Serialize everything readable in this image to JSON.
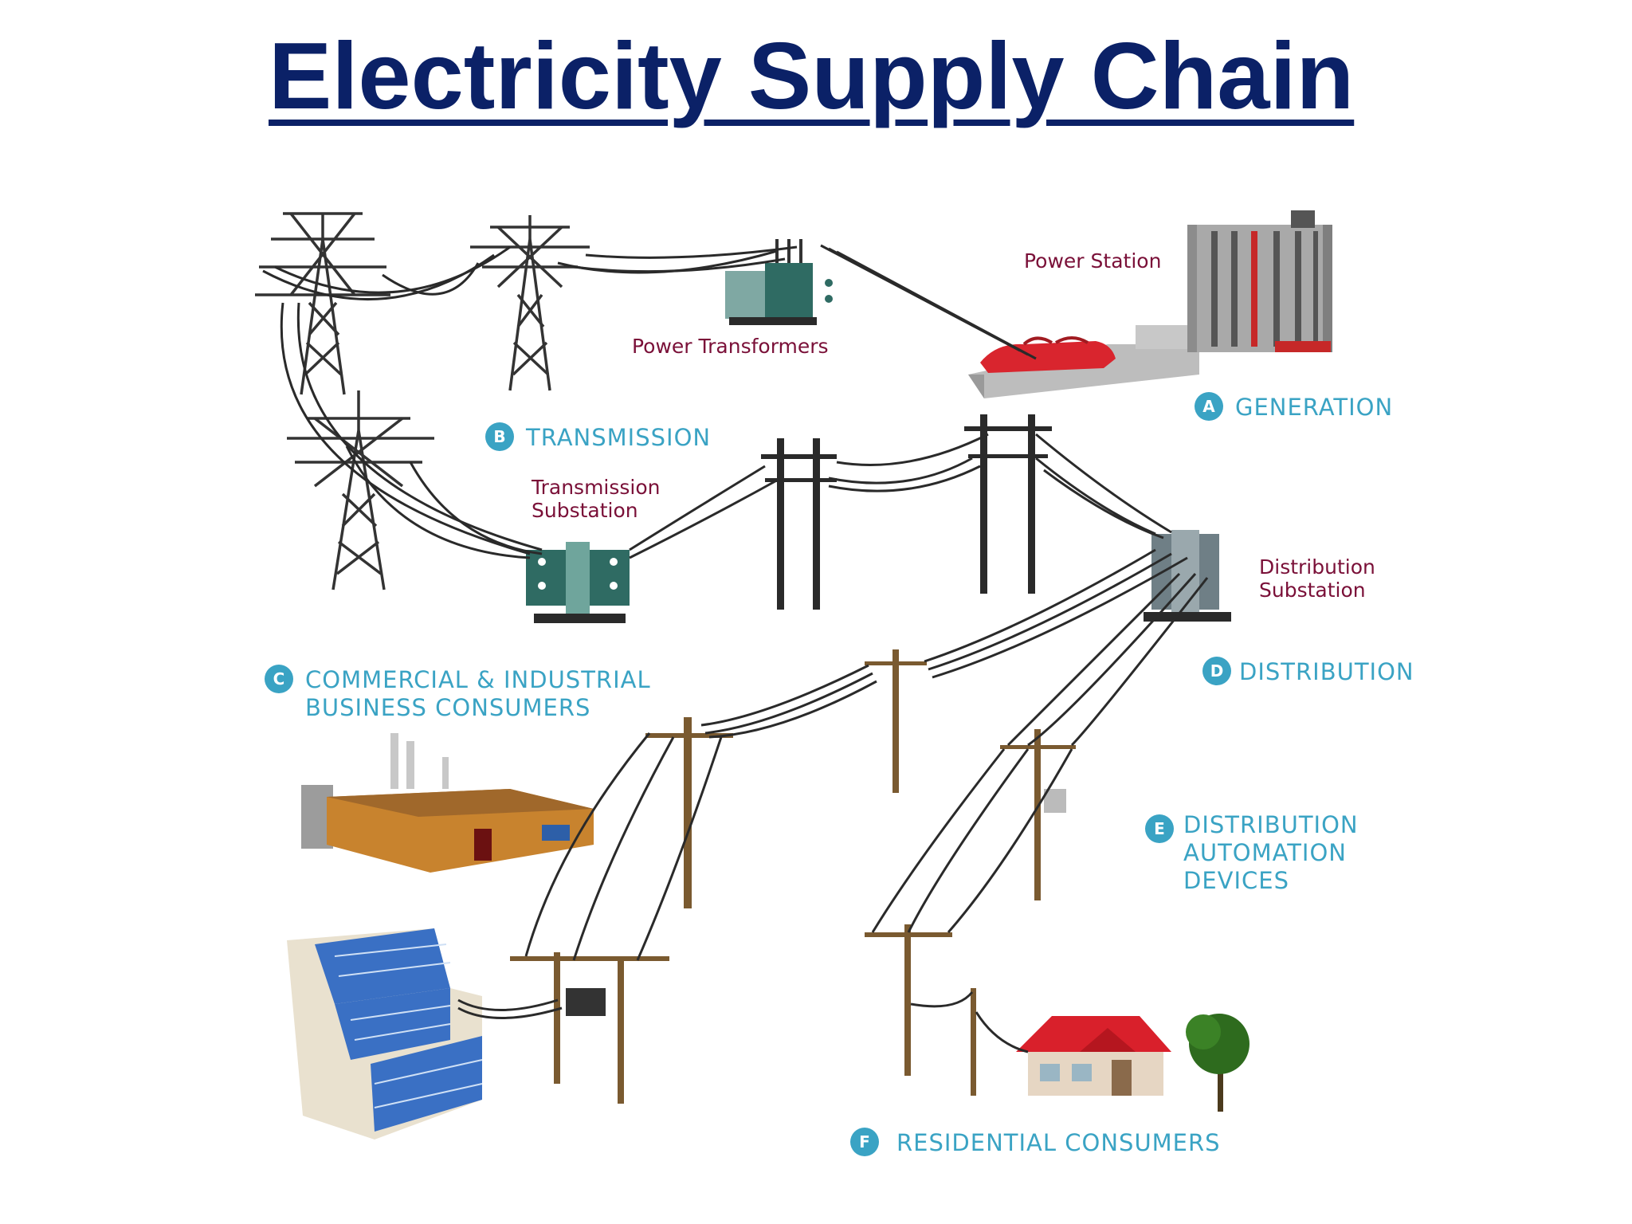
{
  "title": "Electricity Supply Chain",
  "labels": {
    "power_station": "Power Station",
    "power_transformers": "Power Transformers",
    "transmission_substation_1": "Transmission",
    "transmission_substation_2": "Substation",
    "distribution_substation_1": "Distribution",
    "distribution_substation_2": "Substation"
  },
  "stages": {
    "generation": {
      "letter": "A",
      "label": "GENERATION"
    },
    "transmission": {
      "letter": "B",
      "label": "TRANSMISSION"
    },
    "commercial": {
      "letter": "C",
      "label_1": "COMMERCIAL & INDUSTRIAL",
      "label_2": "BUSINESS CONSUMERS"
    },
    "distribution": {
      "letter": "D",
      "label": "DISTRIBUTION"
    },
    "automation": {
      "letter": "E",
      "label_1": "DISTRIBUTION",
      "label_2": "AUTOMATION",
      "label_3": "DEVICES"
    },
    "residential": {
      "letter": "F",
      "label": "RESIDENTIAL CONSUMERS"
    }
  },
  "colors": {
    "title": "#0b2167",
    "stage_label": "#3aa3c4",
    "component_label": "#7a1038",
    "generator_red": "#d9252e",
    "transformer_teal": "#2f6b63"
  }
}
